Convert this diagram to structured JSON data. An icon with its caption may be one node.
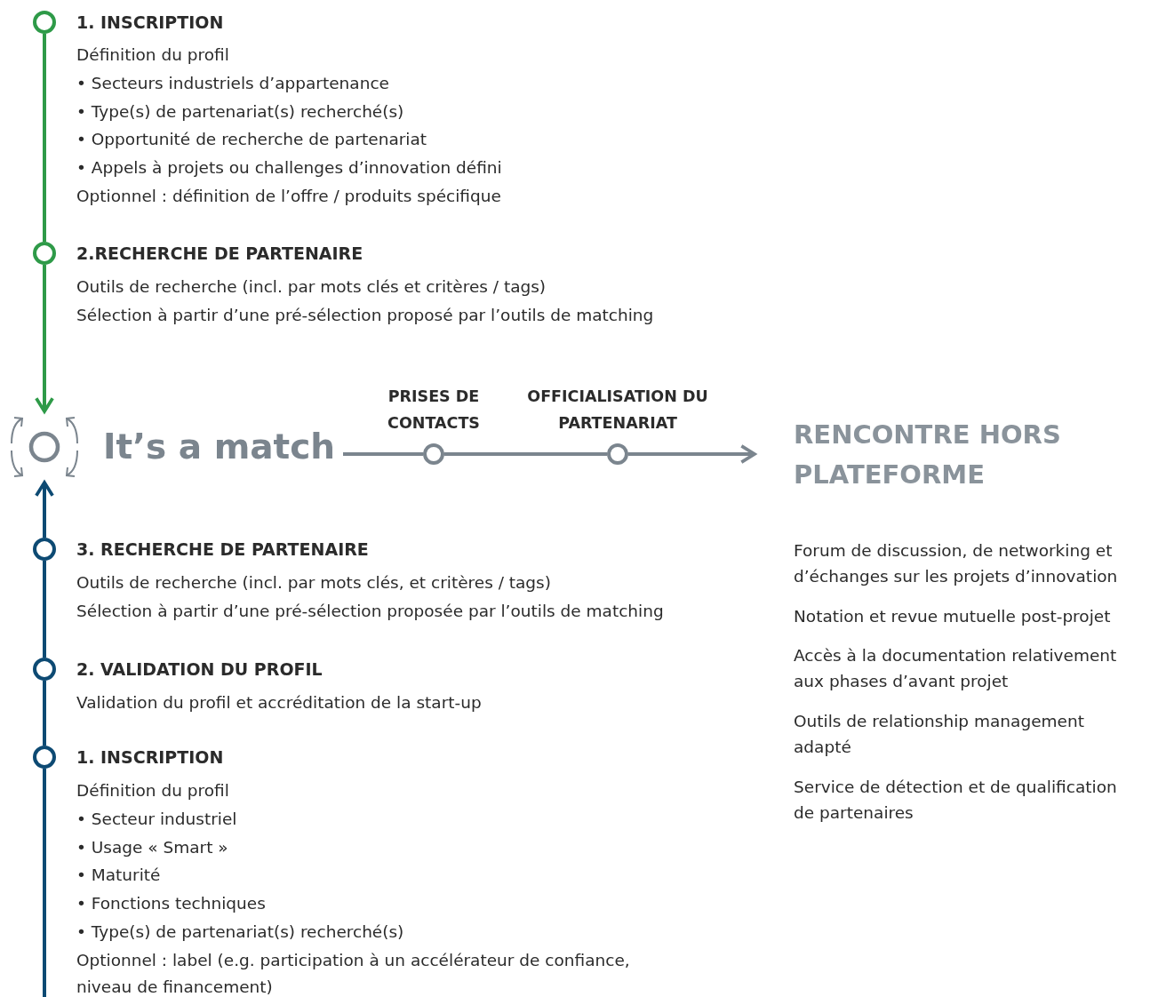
{
  "diagram": {
    "nodes": [
      {
        "text": [
          "1. INSCRIPTION"
        ],
        "beside": [
          "Définition du profil",
          "• Secteurs industriels d’appartenance",
          "• Type(s) de partenariat(s) recherché(s)",
          "• Opportunité de recherche de partenariat",
          "• Appels à projets ou challenges d’innovation défini",
          "Optionnel : définition de l’offre / produits spécifique"
        ]
      },
      {
        "text": [
          "2.RECHERCHE DE PARTENAIRE"
        ],
        "beside": [
          "Outils de recherche (incl. par mots clés et critères / tags)",
          "Sélection à partir d’une pré-sélection proposé par l’outils de matching"
        ]
      },
      {
        "text": [
          "It’s a match"
        ]
      },
      {
        "text": [],
        "shape": "circle",
        "beside": [
          "PRISES DE CONTACTS"
        ]
      },
      {
        "text": [],
        "shape": "circle",
        "beside": [
          "OFFICIALISATION DU PARTENARIAT"
        ]
      },
      {
        "text": [
          "RENCONTRE HORS PLATEFORME"
        ]
      },
      {
        "text": [
          "3. RECHERCHE DE PARTENAIRE"
        ],
        "beside": [
          "Outils de recherche (incl. par mots clés, et critères / tags)",
          "Sélection à partir d’une pré-sélection proposée par l’outils de matching"
        ]
      },
      {
        "text": [
          "2. VALIDATION DU PROFIL"
        ],
        "beside": [
          "Validation du profil et accréditation de la start-up"
        ]
      },
      {
        "text": [
          "1. INSCRIPTION"
        ],
        "beside": [
          "Définition du profil",
          "• Secteur industriel",
          "• Usage « Smart »",
          "• Maturité",
          "• Fonctions techniques",
          "• Type(s) de partenariat(s) recherché(s)",
          "Optionnel : label (e.g. participation à un accélérateur de confiance, niveau de financement)"
        ]
      }
    ],
    "edges": [
      {
        "from": 0,
        "to": 1,
        "arrow": "none",
        "color": "#2e9a48"
      },
      {
        "from": 1,
        "to": 2,
        "arrow": "to",
        "color": "#2e9a48"
      },
      {
        "from": null,
        "to": 8,
        "arrow": "none"
      },
      {
        "from": 8,
        "to": 7,
        "arrow": "none"
      },
      {
        "from": 7,
        "to": 6,
        "arrow": "none"
      },
      {
        "from": 6,
        "to": 2,
        "arrow": "to"
      },
      {
        "from": 2,
        "to": 3,
        "arrow": "none",
        "color": "#7b858e"
      },
      {
        "from": 3,
        "to": 4,
        "arrow": "none",
        "color": "#7b858e"
      },
      {
        "from": 4,
        "to": 5,
        "arrow": "to",
        "color": "#7b858e"
      }
    ],
    "labels": [
      "Forum de discussion, de networking et d’échanges sur les projets d’innovation",
      "Notation et revue mutuelle post-projet",
      "Accès à la documentation relativement aux phases d’avant projet",
      "Outils de relationship management adapté",
      "Service de détection et de qualification de partenaires"
    ]
  }
}
